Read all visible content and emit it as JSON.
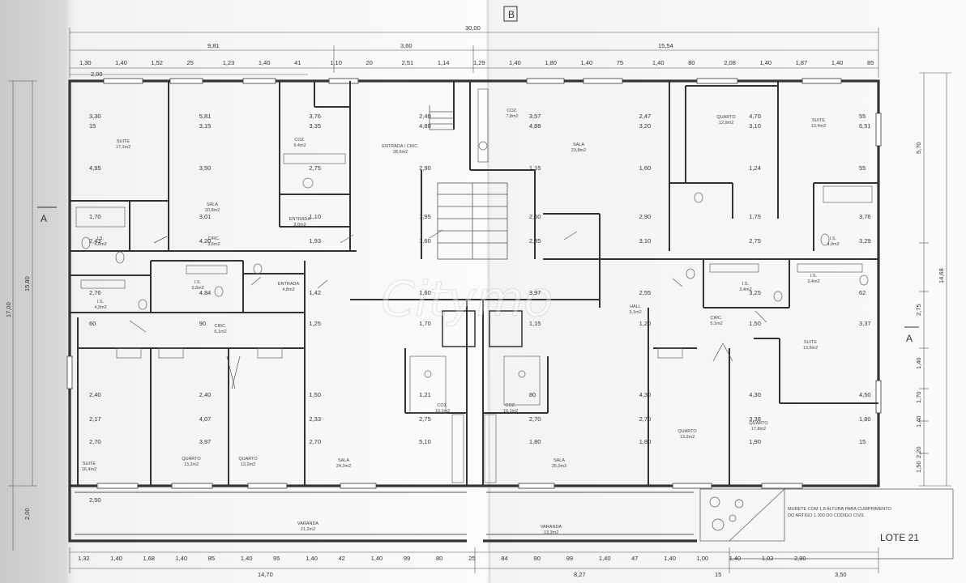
{
  "lot_label": "LOTE 21",
  "watermark": "Citymo",
  "section_marks": [
    "A",
    "A",
    "B"
  ],
  "note_lines": [
    "MURETE COM 1,8 ALTURA PARA CUMPRIMENTO",
    "DO ARTIGO 1.300 DO CODIGO CIVIL"
  ],
  "rooms": [
    {
      "name": "SUITE",
      "area": "17,1m2"
    },
    {
      "name": "SALA",
      "area": "20,8m2"
    },
    {
      "name": "COZ.",
      "area": "9,4m2"
    },
    {
      "name": "ENTRADA",
      "area": "3,0m2"
    },
    {
      "name": "ENTRADA / CIRC.",
      "area": "28,6m2"
    },
    {
      "name": "COZ.",
      "area": "7,8m2"
    },
    {
      "name": "SALA",
      "area": "23,8m2"
    },
    {
      "name": "QUARTO",
      "area": "12,9m2"
    },
    {
      "name": "SUITE",
      "area": "13,4m2"
    },
    {
      "name": "I.S.",
      "area": "4,8m2"
    },
    {
      "name": "CIRC.",
      "area": "3,6m2"
    },
    {
      "name": "I.S.",
      "area": "4,9m2"
    },
    {
      "name": "I.S.",
      "area": "4,3m2"
    },
    {
      "name": "I.S.",
      "area": "3,3m2"
    },
    {
      "name": "ENTRADA",
      "area": "4,8m2"
    },
    {
      "name": "CIRC.",
      "area": "6,1m2"
    },
    {
      "name": "HALL",
      "area": "3,1m2"
    },
    {
      "name": "I.S.",
      "area": "3,4m2"
    },
    {
      "name": "I.S.",
      "area": "3,4m2"
    },
    {
      "name": "CIRC.",
      "area": "5,1m2"
    },
    {
      "name": "SUITE",
      "area": "13,6m2"
    },
    {
      "name": "SUITE",
      "area": "16,4m2"
    },
    {
      "name": "QUARTO",
      "area": "13,2m2"
    },
    {
      "name": "QUARTO",
      "area": "13,2m2"
    },
    {
      "name": "SALA",
      "area": "24,2m2"
    },
    {
      "name": "COZ.",
      "area": "10,1m2"
    },
    {
      "name": "COZ.",
      "area": "10,1m2"
    },
    {
      "name": "SALA",
      "area": "25,0m2"
    },
    {
      "name": "QUARTO",
      "area": "13,2m2"
    },
    {
      "name": "QUARTO",
      "area": "17,8m2"
    },
    {
      "name": "VARANDA",
      "area": "21,2m2"
    },
    {
      "name": "VARANDA",
      "area": "13,3m2"
    }
  ],
  "top_overall": "30,00",
  "top_sub": [
    "9,81",
    "3,60",
    "15,54"
  ],
  "top_dims": [
    "1,30",
    "1,40",
    "1,52",
    "25",
    "1,23",
    "1,40",
    "41",
    "1,10",
    "20",
    "2,51",
    "1,14",
    "1,29",
    "1,40",
    "1,80",
    "1,40",
    "75",
    "1,40",
    "80",
    "2,08",
    "1,40",
    "1,87",
    "1,40",
    "85"
  ],
  "top_dims2": [
    "2,00"
  ],
  "bottom_dims": [
    "1,32",
    "1,40",
    "1,68",
    "1,40",
    "85",
    "1,40",
    "95",
    "1,40",
    "42",
    "1,40",
    "99",
    "80",
    "25",
    "84",
    "90",
    "99",
    "1,40",
    "47",
    "1,40",
    "1,00",
    "1,40",
    "1,02",
    "2,90"
  ],
  "bottom_totals": [
    "14,70",
    "8,27",
    "3,50",
    "15"
  ],
  "left_dims": [
    "15,80",
    "17,00",
    "2,00"
  ],
  "right_dims": [
    "5,70",
    "14,68",
    "2,75",
    "1,40",
    "1,70",
    "1,40",
    "2,20",
    "1,50"
  ],
  "interior_dims": [
    "3,30",
    "5,81",
    "3,76",
    "2,40",
    "3,57",
    "2,47",
    "4,70",
    "55",
    "15",
    "3,15",
    "3,35",
    "4,80",
    "4,88",
    "3,20",
    "3,10",
    "6,51",
    "4,95",
    "3,50",
    "2,75",
    "2,90",
    "1,15",
    "1,60",
    "1,24",
    "55",
    "1,70",
    "3,01",
    "1,10",
    "1,95",
    "2,50",
    "2,90",
    "1,75",
    "3,76",
    "2,43",
    "4,20",
    "1,93",
    "1,60",
    "2,85",
    "3,10",
    "2,75",
    "3,29",
    "2,76",
    "4,84",
    "1,42",
    "1,60",
    "3,97",
    "2,55",
    "3,25",
    "62",
    "60",
    "90",
    "1,25",
    "1,70",
    "1,15",
    "1,20",
    "1,50",
    "3,37",
    "2,40",
    "2,40",
    "1,50",
    "1,21",
    "80",
    "4,30",
    "4,30",
    "4,50",
    "2,17",
    "4,07",
    "2,33",
    "2,75",
    "2,70",
    "2,70",
    "3,38",
    "1,80",
    "2,70",
    "3,97",
    "2,70",
    "5,10",
    "1,80",
    "1,80",
    "1,90",
    "15",
    "2,50"
  ]
}
